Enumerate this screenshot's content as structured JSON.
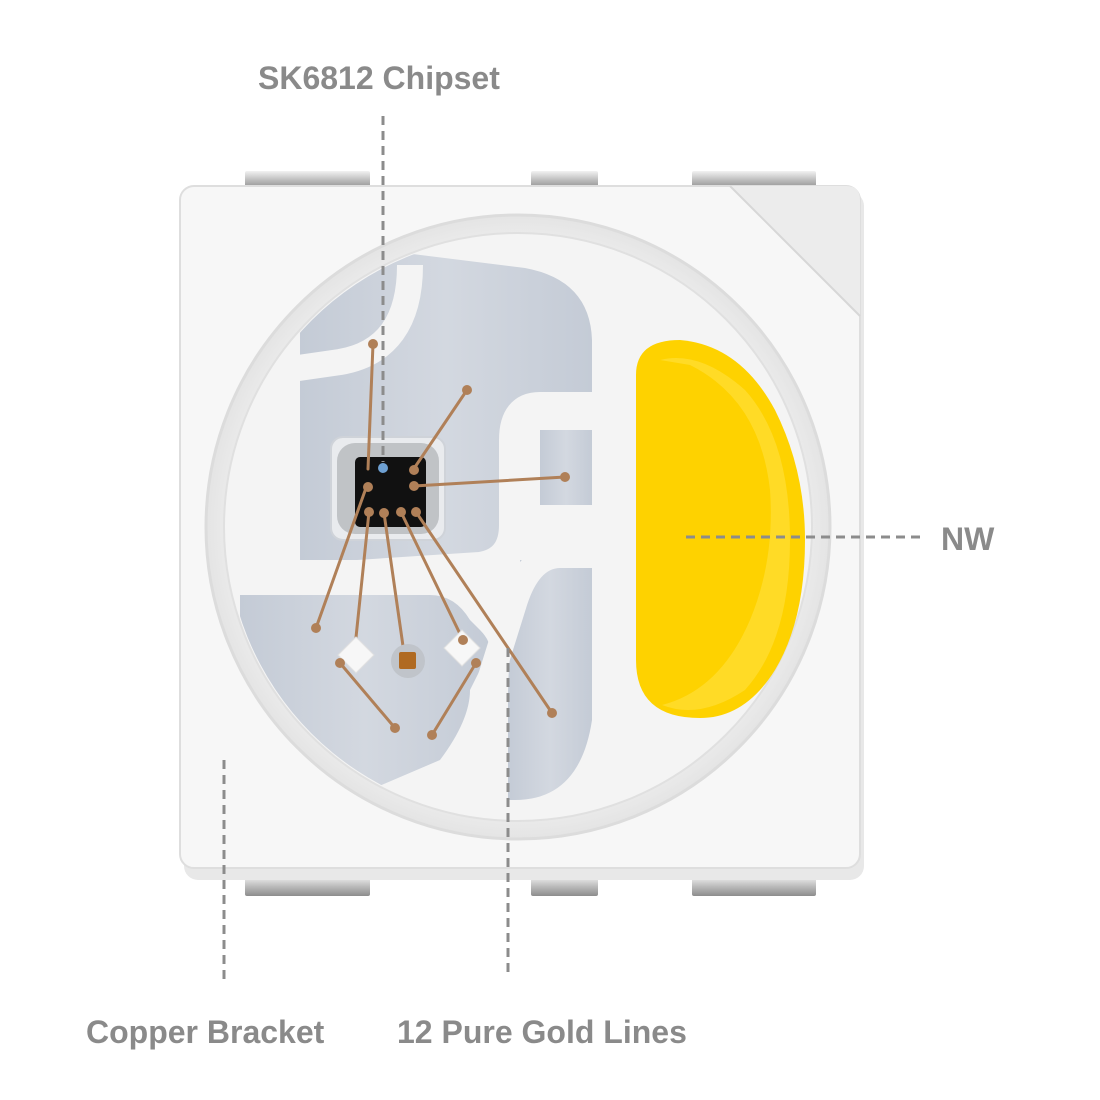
{
  "labels": {
    "chipset": "SK6812 Chipset",
    "nw": "NW",
    "copper_bracket": "Copper Bracket",
    "gold_lines": "12 Pure Gold Lines"
  },
  "colors": {
    "label_text": "#8a8a8a",
    "leader_line": "#8c8c8c",
    "housing": "#f6f6f6",
    "lead_frame": "#c9cfd9",
    "phosphor": "#fed200",
    "chip": "#111111",
    "gold_wire": "#b08058"
  },
  "icons": {
    "chip_marker": "blue-dot-icon"
  }
}
